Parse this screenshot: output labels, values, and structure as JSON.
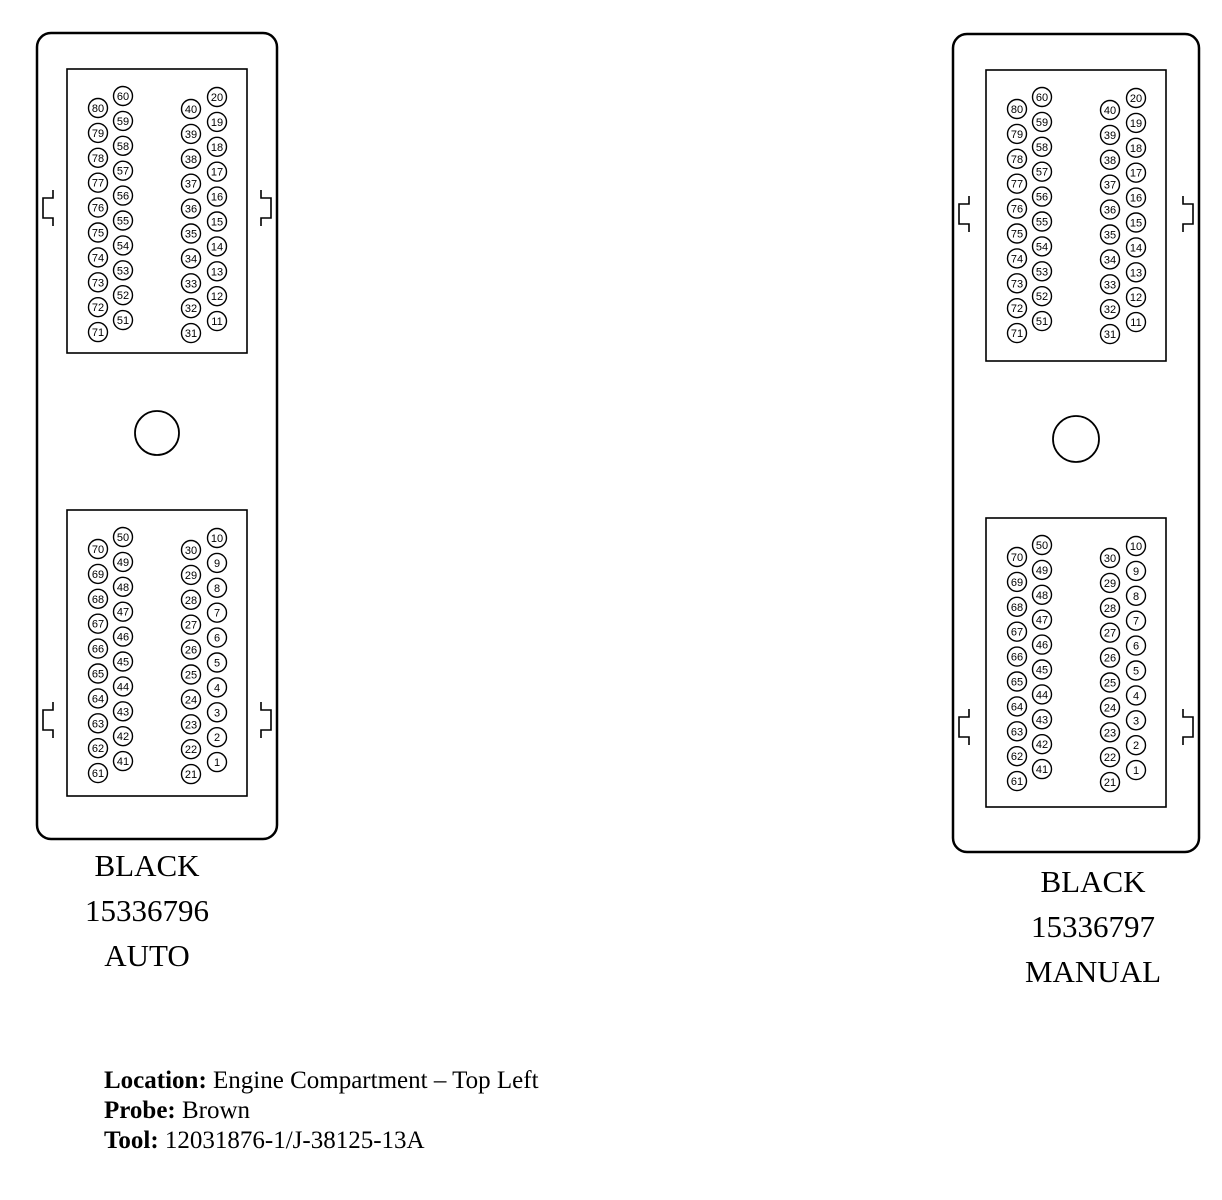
{
  "connectors": [
    {
      "id": "auto",
      "color_label": "BLACK",
      "part_number": "15336796",
      "variant": "AUTO",
      "upper_block": {
        "col_a": [
          "80",
          "79",
          "78",
          "77",
          "76",
          "75",
          "74",
          "73",
          "72",
          "71"
        ],
        "col_b": [
          "60",
          "59",
          "58",
          "57",
          "56",
          "55",
          "54",
          "53",
          "52",
          "51"
        ],
        "col_c": [
          "40",
          "39",
          "38",
          "37",
          "36",
          "35",
          "34",
          "33",
          "32",
          "31"
        ],
        "col_d": [
          "20",
          "19",
          "18",
          "17",
          "16",
          "15",
          "14",
          "13",
          "12",
          "11"
        ]
      },
      "lower_block": {
        "col_a": [
          "70",
          "69",
          "68",
          "67",
          "66",
          "65",
          "64",
          "63",
          "62",
          "61"
        ],
        "col_b": [
          "50",
          "49",
          "48",
          "47",
          "46",
          "45",
          "44",
          "43",
          "42",
          "41"
        ],
        "col_c": [
          "30",
          "29",
          "28",
          "27",
          "26",
          "25",
          "24",
          "23",
          "22",
          "21"
        ],
        "col_d": [
          "10",
          "9",
          "8",
          "7",
          "6",
          "5",
          "4",
          "3",
          "2",
          "1"
        ]
      }
    },
    {
      "id": "manual",
      "color_label": "BLACK",
      "part_number": "15336797",
      "variant": "MANUAL",
      "upper_block": {
        "col_a": [
          "80",
          "79",
          "78",
          "77",
          "76",
          "75",
          "74",
          "73",
          "72",
          "71"
        ],
        "col_b": [
          "60",
          "59",
          "58",
          "57",
          "56",
          "55",
          "54",
          "53",
          "52",
          "51"
        ],
        "col_c": [
          "40",
          "39",
          "38",
          "37",
          "36",
          "35",
          "34",
          "33",
          "32",
          "31"
        ],
        "col_d": [
          "20",
          "19",
          "18",
          "17",
          "16",
          "15",
          "14",
          "13",
          "12",
          "11"
        ]
      },
      "lower_block": {
        "col_a": [
          "70",
          "69",
          "68",
          "67",
          "66",
          "65",
          "64",
          "63",
          "62",
          "61"
        ],
        "col_b": [
          "50",
          "49",
          "48",
          "47",
          "46",
          "45",
          "44",
          "43",
          "42",
          "41"
        ],
        "col_c": [
          "30",
          "29",
          "28",
          "27",
          "26",
          "25",
          "24",
          "23",
          "22",
          "21"
        ],
        "col_d": [
          "10",
          "9",
          "8",
          "7",
          "6",
          "5",
          "4",
          "3",
          "2",
          "1"
        ]
      }
    }
  ],
  "info": {
    "location_label": "Location:",
    "location_value": "Engine Compartment – Top Left",
    "probe_label": "Probe:",
    "probe_value": "Brown",
    "tool_label": "Tool:",
    "tool_value": "12031876-1/J-38125-13A"
  }
}
